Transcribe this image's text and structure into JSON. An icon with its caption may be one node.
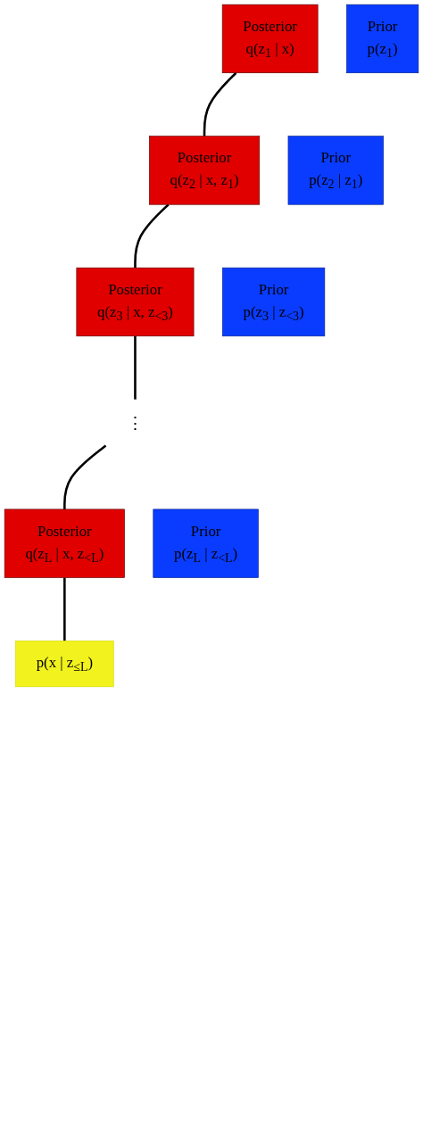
{
  "diagram": {
    "nodes": [
      {
        "text": [
          "Posterior",
          "q(z$_{1}$ | x)"
        ]
      },
      {
        "text": [
          "Prior",
          "p(z$_{1}$)"
        ]
      },
      {
        "text": [
          "Posterior",
          "q(z$_{2}$ | x, z$_{1}$)"
        ]
      },
      {
        "text": [
          "Prior",
          "p(z$_{2}$ | z$_{1}$)"
        ]
      },
      {
        "text": [
          "Posterior",
          "q(z$_{3}$ | x, z$_{<3}$)"
        ]
      },
      {
        "text": [
          "Prior",
          "p(z$_{3}$ | z$_{<3}$)"
        ]
      },
      {
        "text": [
          "⋮"
        ]
      },
      {
        "text": [
          "Posterior",
          "q(z$_{L}$ | x, z$_{<L}$)"
        ]
      },
      {
        "text": [
          "Prior",
          "p(z$_{L}$ | z$_{<L}$)"
        ]
      },
      {
        "text": [
          "p(x | z$_{≤L}$)"
        ]
      }
    ],
    "edges": [
      {
        "from": 0,
        "to": 2,
        "arrow": "none"
      },
      {
        "from": 2,
        "to": 4,
        "arrow": "none"
      },
      {
        "from": 4,
        "to": 6,
        "arrow": "none"
      },
      {
        "from": 6,
        "to": 7,
        "arrow": "none"
      },
      {
        "from": 7,
        "to": 9,
        "arrow": "none"
      }
    ]
  }
}
